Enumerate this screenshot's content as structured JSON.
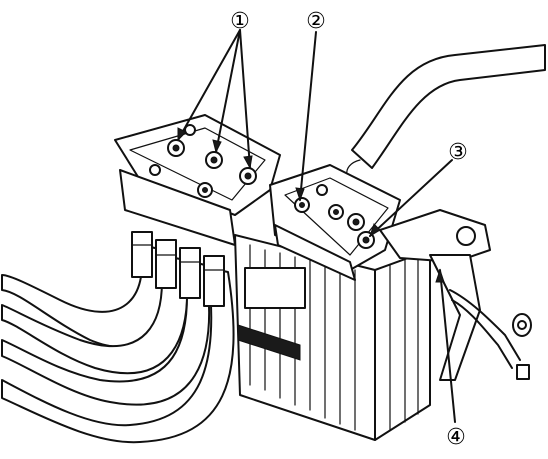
{
  "callouts": [
    {
      "id": "1",
      "text": "①"
    },
    {
      "id": "2",
      "text": "②"
    },
    {
      "id": "3",
      "text": "③"
    },
    {
      "id": "4",
      "text": "④"
    }
  ],
  "colors": {
    "ink": "#111111",
    "background": "#ffffff"
  }
}
